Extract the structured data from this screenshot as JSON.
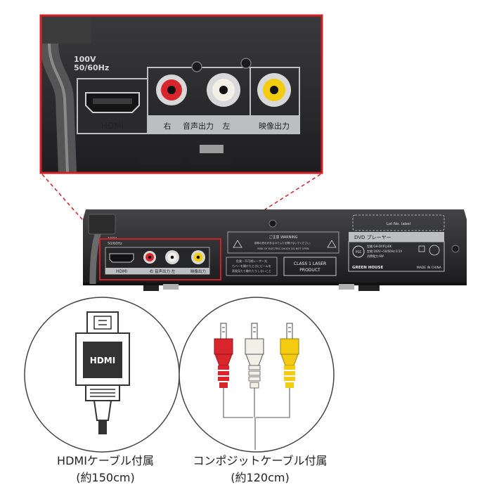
{
  "zoom_panel": {
    "voltage_line1": "100V",
    "voltage_line2": "50/60Hz",
    "hdmi_label": "HDMI",
    "audio_right": "右",
    "audio_label": "音声出力",
    "audio_left": "左",
    "video_label": "映像出力"
  },
  "player_back": {
    "voltage_line1": "100V",
    "voltage_line2": "50/60Hz",
    "hdmi_label": "HDMI",
    "audio_labels": "右  音声出力  左",
    "video_label": "映像出力",
    "warning_title": "ご注意  WARNING",
    "warning_text1": "感電の恐れがあるのでふたを開けないでください。",
    "warning_text2": "RISK OF ELECTRIC SHOCK DO NOT OPEN",
    "laser_text1": "危険－不可視レーザー光",
    "laser_text2": "カバーを開けたときにビームを",
    "laser_text3": "直接見たり触れたりしないこと",
    "class_laser_line1": "CLASS 1 LASER",
    "class_laser_line2": "PRODUCT",
    "lot_label": "Lot No. label",
    "product_name": "DVD プレーヤー",
    "model_line": "型番:GH-DVP1J-BK",
    "rating_line": "定格:100V~50/60Hz 0.5A",
    "power_line": "消費電力:6W",
    "brand": "GREEN HOUSE",
    "made_in": "MADE IN CHINA",
    "pse_mark": "PSE"
  },
  "hdmi_cable": {
    "plug_label": "HDMI"
  },
  "captions": {
    "hdmi_line1": "HDMIケーブル付属",
    "hdmi_line2": "(約150cm)",
    "composite_line1": "コンポジットケーブル付属",
    "composite_line2": "(約120cm)"
  },
  "colors": {
    "highlight_red": "#d11f26",
    "rca_red": "#d8262c",
    "rca_white": "#f2efe6",
    "rca_yellow": "#f3cc12",
    "panel_dark": "#2b2b2d",
    "label_strip": "#bdbec0"
  }
}
